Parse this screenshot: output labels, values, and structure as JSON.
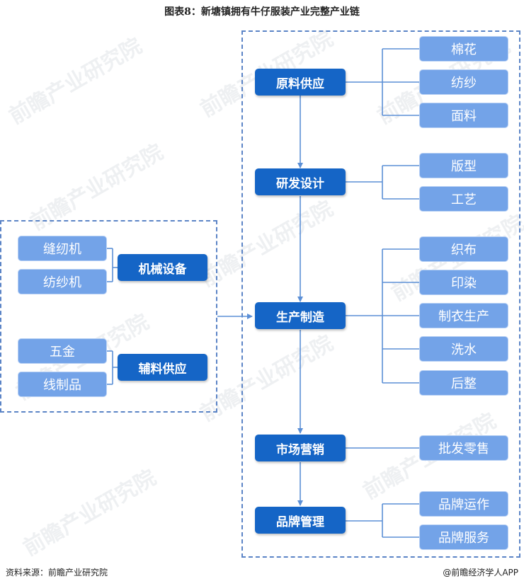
{
  "title": "图表8：新塘镇拥有牛仔服装产业完整产业链",
  "main_chain": [
    "原料供应",
    "研发设计",
    "生产制造",
    "市场营销",
    "品牌管理"
  ],
  "branches": {
    "raw": [
      "棉花",
      "纺纱",
      "面料"
    ],
    "design": [
      "版型",
      "工艺"
    ],
    "production": [
      "织布",
      "印染",
      "制衣生产",
      "洗水",
      "后整"
    ],
    "marketing": [
      "批发零售"
    ],
    "brand": [
      "品牌运作",
      "品牌服务"
    ]
  },
  "inputs": {
    "machinery": {
      "label": "机械设备",
      "items": [
        "缝纫机",
        "纺纱机"
      ]
    },
    "accessories": {
      "label": "辅料供应",
      "items": [
        "五金",
        "线制品"
      ]
    }
  },
  "watermark": "前瞻产业研究院",
  "footer": {
    "source": "资料来源：前瞻产业研究院",
    "credit": "@前瞻经济学人APP"
  },
  "colors": {
    "main_node": "#1565c6",
    "sub_node": "#73a3e8",
    "line": "#5b8fd6",
    "frame": "#5b84c6"
  }
}
